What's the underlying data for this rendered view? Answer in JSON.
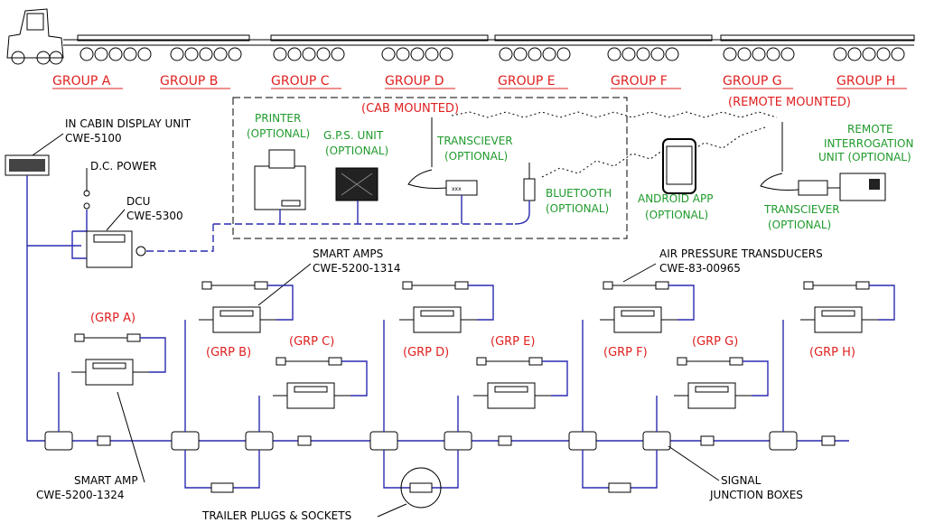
{
  "groups": [
    "GROUP A",
    "GROUP B",
    "GROUP C",
    "GROUP D",
    "GROUP E",
    "GROUP F",
    "GROUP G",
    "GROUP H"
  ],
  "grp_labels": [
    "(GRP A)",
    "(GRP B)",
    "(GRP C)",
    "(GRP D)",
    "(GRP E)",
    "(GRP F)",
    "(GRP G)",
    "(GRP H)"
  ],
  "labels": {
    "in_cabin_display": "IN CABIN DISPLAY UNIT",
    "in_cabin_code": "CWE-5100",
    "dc_power": "D.C. POWER",
    "dcu": "DCU",
    "dcu_code": "CWE-5300",
    "smart_amps": "SMART AMPS",
    "smart_amps_code": "CWE-5200-1314",
    "air_pressure": "AIR PRESSURE TRANSDUCERS",
    "air_pressure_code": "CWE-83-00965",
    "smart_amp": "SMART AMP",
    "smart_amp_code": "CWE-5200-1324",
    "trailer_plugs": "TRAILER PLUGS & SOCKETS",
    "signal": "SIGNAL",
    "junction_boxes": "JUNCTION BOXES"
  },
  "red_labels": {
    "cab_mounted": "(CAB MOUNTED)",
    "remote_mounted": "(REMOTE MOUNTED)"
  },
  "optional": {
    "printer": "PRINTER",
    "printer_opt": "(OPTIONAL)",
    "gps": "G.P.S. UNIT",
    "gps_opt": "(OPTIONAL)",
    "transciever": "TRANSCIEVER",
    "transciever_opt": "(OPTIONAL)",
    "bluetooth": "BLUETOOTH",
    "bluetooth_opt": "(OPTIONAL)",
    "android": "ANDROID APP",
    "android_opt": "(OPTIONAL)",
    "transciever2": "TRANSCIEVER",
    "transciever2_opt": "(OPTIONAL)",
    "remote1": "REMOTE",
    "remote2": "INTERROGATION",
    "remote3": "UNIT  (OPTIONAL)"
  },
  "colors": {
    "red": "#e02020",
    "green": "#1f9a2c",
    "wire": "#2a2ab0"
  }
}
